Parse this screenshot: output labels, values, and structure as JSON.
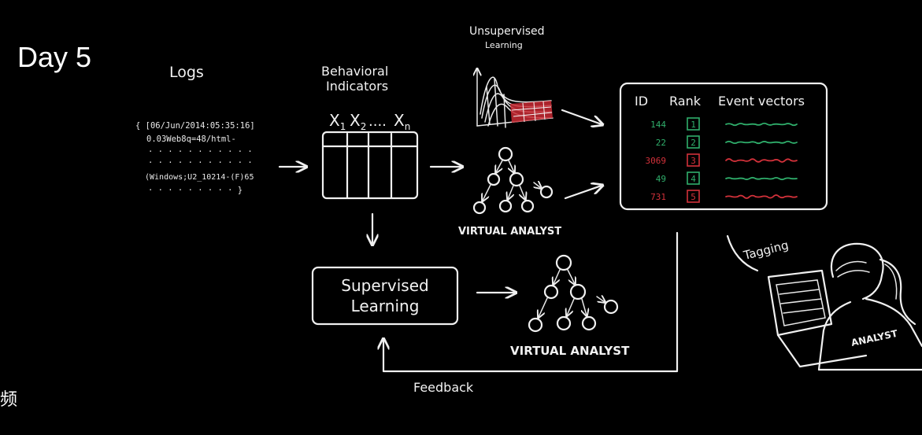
{
  "slide": {
    "title": "Day 5",
    "side_char": "频"
  },
  "logs": {
    "label": "Logs",
    "lines": [
      "{ [06/Jun/2014:05:35:16]",
      "0.03Web8q=48/html-",
      "· · · · · · · · · · ·",
      "· · · · · · · · · · ·",
      "(Windows;U2_10214-(F)65",
      "· · · · · · · · · }"
    ]
  },
  "indicators": {
    "label_line1": "Behavioral",
    "label_line2": "Indicators",
    "col_x1": "X",
    "col_x1_sub": "1",
    "col_x2": "X",
    "col_x2_sub": "2",
    "col_dots": "....",
    "col_xn": "X",
    "col_xn_sub": "n"
  },
  "unsupervised": {
    "label_line1": "Unsupervised",
    "label_line2": "Learning"
  },
  "virtual_analyst_top": {
    "label": "VIRTUAL ANALYST"
  },
  "supervised": {
    "label_line1": "Supervised",
    "label_line2": "Learning"
  },
  "virtual_analyst_bottom": {
    "label": "VIRTUAL ANALYST"
  },
  "results_table": {
    "headers": [
      "ID",
      "Rank",
      "Event vectors"
    ],
    "rows": [
      {
        "id": "144",
        "rank": "1",
        "color": "#2fae6b"
      },
      {
        "id": "22",
        "rank": "2",
        "color": "#2fae6b"
      },
      {
        "id": "3069",
        "rank": "3",
        "color": "#d2313a"
      },
      {
        "id": "49",
        "rank": "4",
        "color": "#2fae6b"
      },
      {
        "id": "731",
        "rank": "5",
        "color": "#d2313a"
      }
    ]
  },
  "tagging": {
    "label": "Tagging"
  },
  "analyst": {
    "label": "ANALYST"
  },
  "feedback": {
    "label": "Feedback"
  },
  "colors": {
    "green": "#2fae6b",
    "red": "#d2313a",
    "chalk": "#f0f0f0"
  }
}
